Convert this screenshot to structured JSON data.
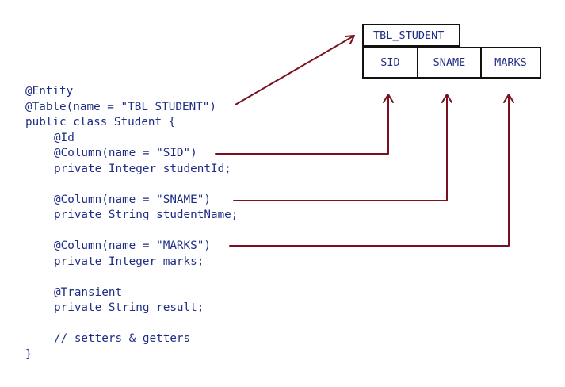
{
  "code_lines": [
    {
      "text": "@Entity",
      "indent": false
    },
    {
      "text": "@Table(name = \"TBL_STUDENT\")",
      "indent": false
    },
    {
      "text": "public class Student {",
      "indent": false
    },
    {
      "text": "@Id",
      "indent": true
    },
    {
      "text": "@Column(name = \"SID\")",
      "indent": true
    },
    {
      "text": "private Integer studentId;",
      "indent": true
    },
    {
      "text": "",
      "indent": true
    },
    {
      "text": "@Column(name = \"SNAME\")",
      "indent": true
    },
    {
      "text": "private String studentName;",
      "indent": true
    },
    {
      "text": "",
      "indent": true
    },
    {
      "text": "@Column(name = \"MARKS\")",
      "indent": true
    },
    {
      "text": "private Integer marks;",
      "indent": true
    },
    {
      "text": "",
      "indent": true
    },
    {
      "text": "@Transient",
      "indent": true
    },
    {
      "text": "private String result;",
      "indent": true
    },
    {
      "text": "",
      "indent": true
    },
    {
      "text": "// setters & getters",
      "indent": true
    },
    {
      "text": "}",
      "indent": false
    }
  ],
  "table": {
    "name": "TBL_STUDENT",
    "columns": [
      "SID",
      "SNAME",
      "MARKS"
    ]
  },
  "colors": {
    "code_text": "#1f2d85",
    "arrow": "#7a1020",
    "border": "#111111"
  }
}
